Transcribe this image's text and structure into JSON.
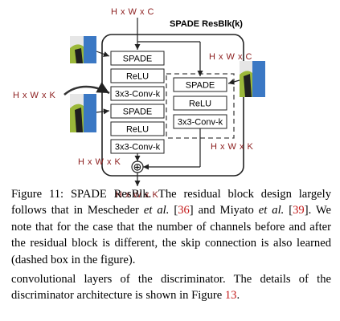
{
  "figure": {
    "title": "SPADE ResBlk(k)",
    "dims": {
      "top_input": "H x W x C",
      "left_input": "H x W x K",
      "right_top": "H x W x C",
      "right_bottom": "H x W x K",
      "left_bottom": "H x W x K",
      "output": "H x W x K"
    },
    "main_branch": [
      "SPADE",
      "ReLU",
      "3x3-Conv-k",
      "SPADE",
      "ReLU",
      "3x3-Conv-k"
    ],
    "skip_branch": [
      "SPADE",
      "ReLU",
      "3x3-Conv-k"
    ],
    "add_symbol": "⊕"
  },
  "caption": {
    "figure_label": "Figure 11:",
    "figure_name": "SPADE ResBlk.",
    "sentence1_a": "The residual block design largely follows that in Mescheder",
    "et_al_1": "et al.",
    "ref1": "36",
    "sentence1_b": "and Miyato",
    "et_al_2": "et al.",
    "ref2": "39",
    "sentence2": ". We note that for the case that the number of channels before and after the residual block is different, the skip connection is also learned (dashed box in the figure).",
    "body_a": "convolutional layers of the discriminator. The details of the discriminator architecture is shown in Figure",
    "ref3": "13",
    "body_b": "."
  }
}
